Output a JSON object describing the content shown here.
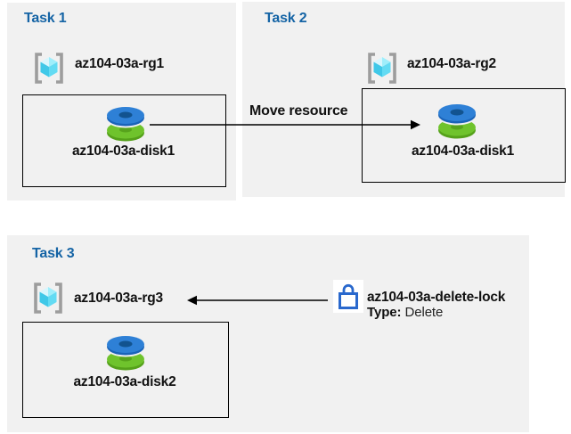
{
  "tasks": [
    {
      "label": "Task 1",
      "resource_group": "az104-03a-rg1",
      "resource": "az104-03a-disk1"
    },
    {
      "label": "Task 2",
      "resource_group": "az104-03a-rg2",
      "resource": "az104-03a-disk1"
    },
    {
      "label": "Task 3",
      "resource_group": "az104-03a-rg3",
      "resource": "az104-03a-disk2"
    }
  ],
  "move_arrow": {
    "label": "Move resource"
  },
  "lock": {
    "name": "az104-03a-delete-lock",
    "type_label": "Type:",
    "type_value": "Delete"
  },
  "icons": {
    "resource_group": "azure-resource-group-icon",
    "disk": "azure-managed-disk-icon",
    "lock": "delete-lock-icon"
  },
  "colors": {
    "panel_bg": "#f1f1f1",
    "heading_blue": "#1564a5",
    "text_black": "#111111",
    "arrow_black": "#000000",
    "lock_blue": "#2968cd",
    "bracket_gray": "#9d9d9d",
    "cube_cyan_light": "#d8f6fd",
    "cube_cyan": "#4fd0ec",
    "disk_blue": "#2e80d6",
    "disk_blue_dark": "#12538f",
    "disk_green": "#6fc32c",
    "disk_green_dark": "#55a11a"
  }
}
